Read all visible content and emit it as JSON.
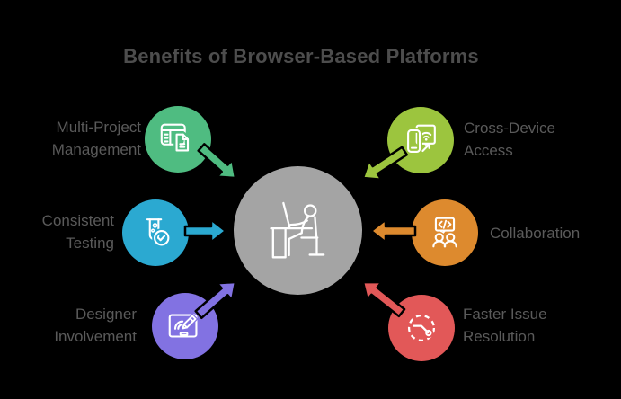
{
  "title": "Benefits of Browser-Based Platforms",
  "colors": {
    "background": "#000000",
    "title": "#4d4d4d",
    "label": "#5a5a5a"
  },
  "center": {
    "icon": "person-at-desk-icon",
    "color": "#a4a4a4"
  },
  "items": [
    {
      "label": "Multi-Project Management",
      "icon": "table-document-icon",
      "color": "#4fbc81",
      "position": "top-left"
    },
    {
      "label": "Consistent Testing",
      "icon": "test-tube-check-icon",
      "color": "#2ba9d1",
      "position": "middle-left"
    },
    {
      "label": "Designer Involvement",
      "icon": "tablet-pencil-icon",
      "color": "#8272e2",
      "position": "bottom-left"
    },
    {
      "label": "Cross-Device Access",
      "icon": "phone-wifi-icon",
      "color": "#9cc53e",
      "position": "top-right"
    },
    {
      "label": "Collaboration",
      "icon": "code-chat-people-icon",
      "color": "#dd8a2e",
      "position": "middle-right"
    },
    {
      "label": "Faster Issue Resolution",
      "icon": "dashed-target-route-icon",
      "color": "#e25858",
      "position": "bottom-right"
    }
  ]
}
